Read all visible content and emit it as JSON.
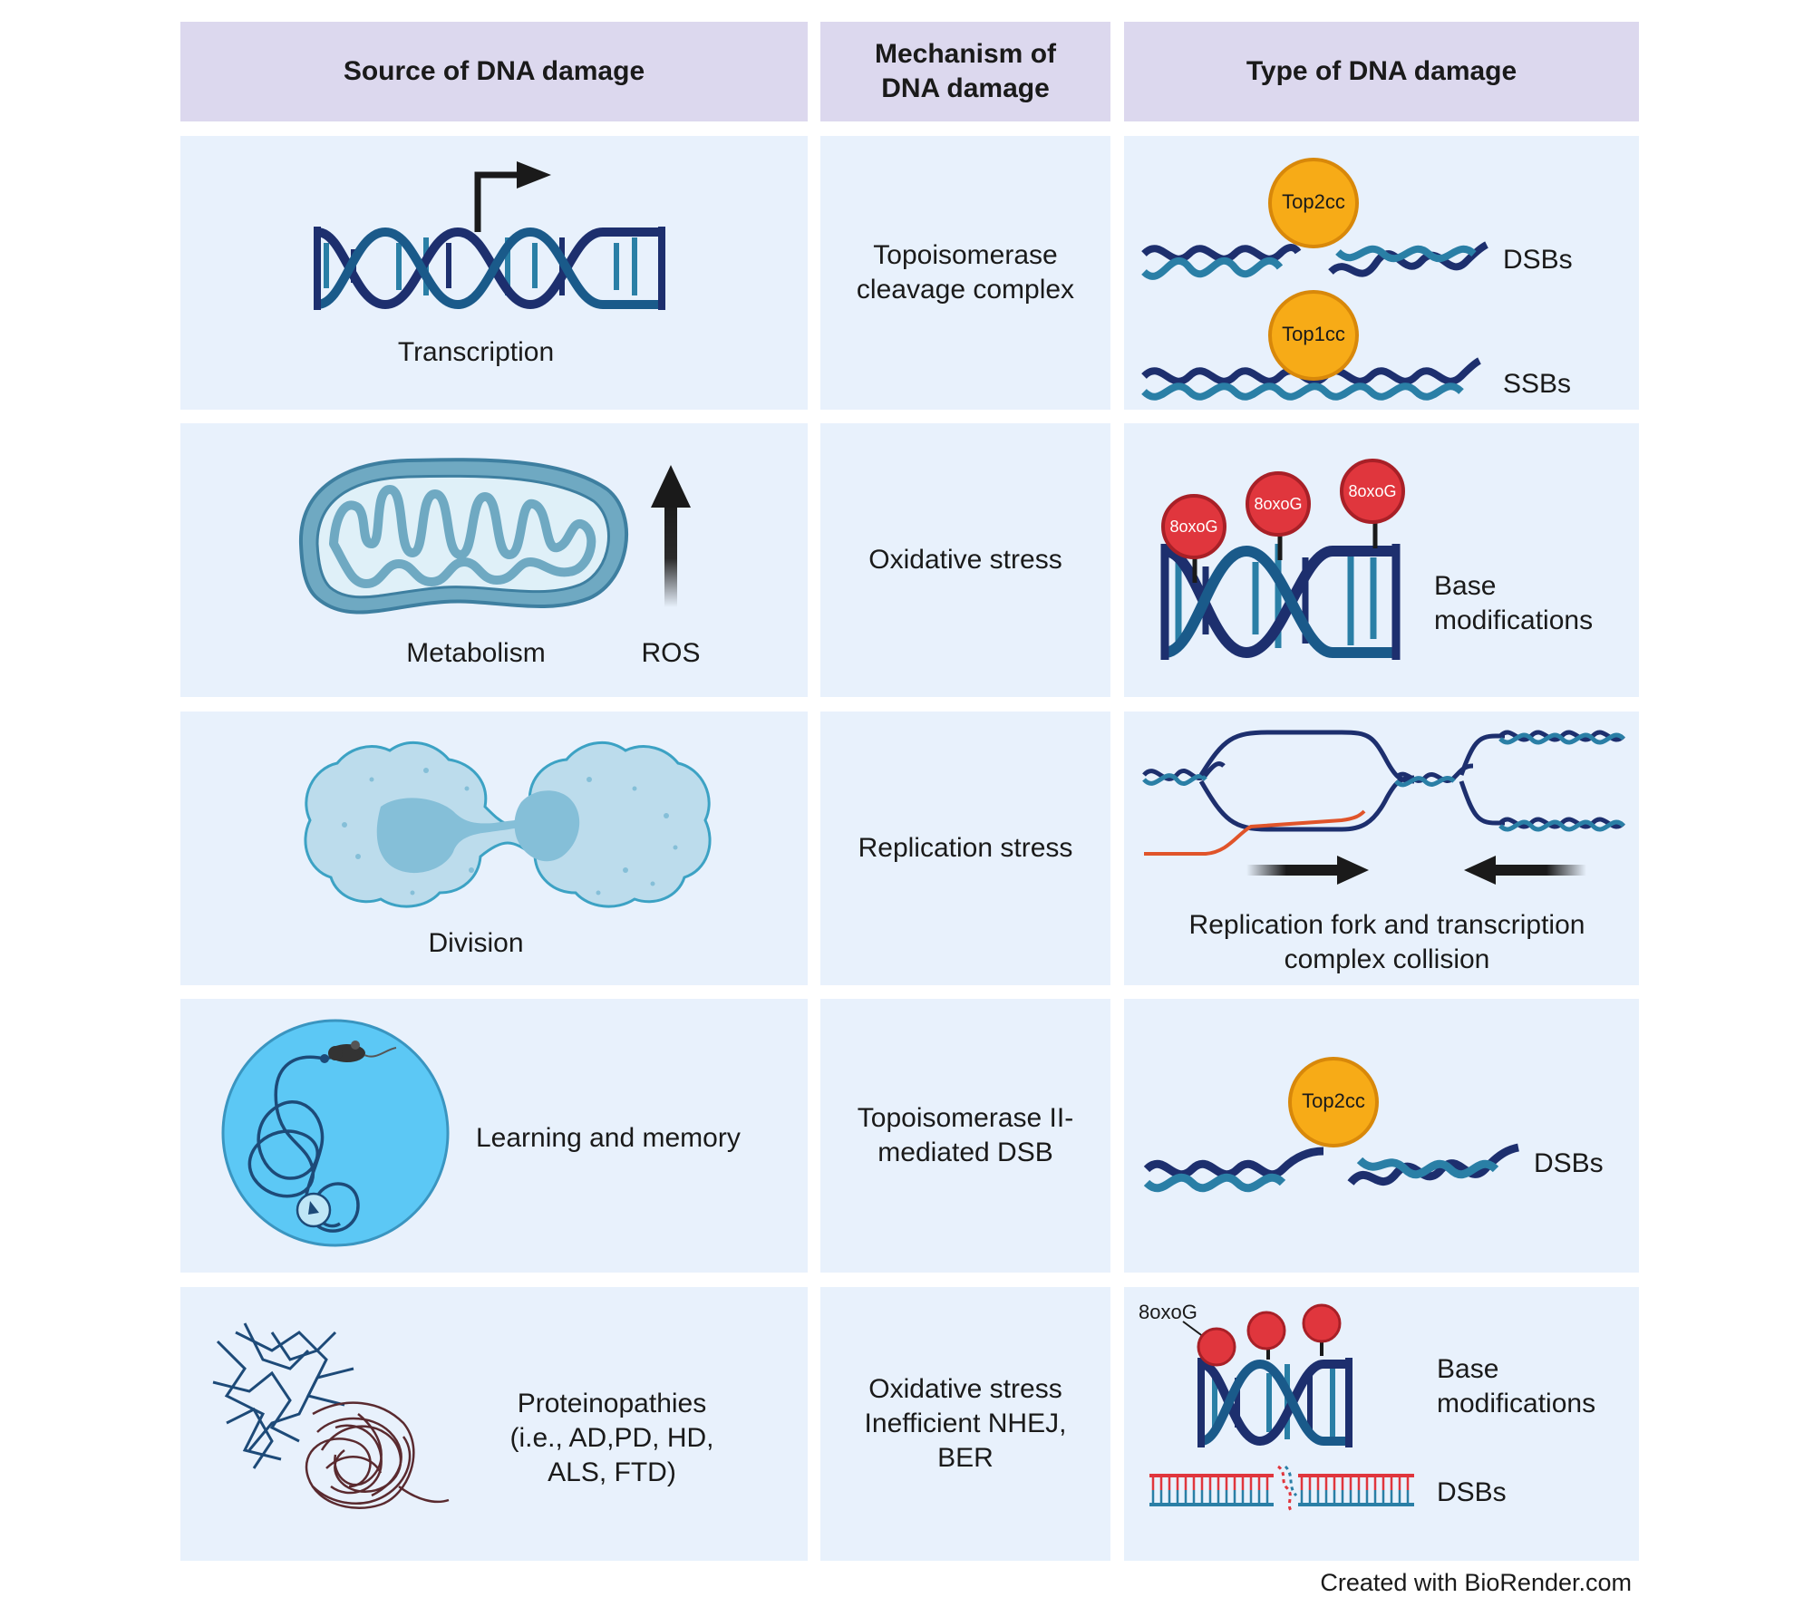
{
  "headers": {
    "source": "Source of DNA damage",
    "mechanism": "Mechanism of DNA damage",
    "type": "Type of DNA damage"
  },
  "rows": [
    {
      "source": [
        "Transcription"
      ],
      "mechanism": "Topoisomerase cleavage complex",
      "damage": {
        "top_badge": "Top2cc",
        "top_label": "DSBs",
        "bottom_badge": "Top1cc",
        "bottom_label": "SSBs"
      }
    },
    {
      "source": [
        "Metabolism",
        "ROS"
      ],
      "mechanism": "Oxidative stress",
      "damage": {
        "badges": [
          "8oxoG",
          "8oxoG",
          "8oxoG"
        ],
        "label": "Base modifications"
      }
    },
    {
      "source": [
        "Division"
      ],
      "mechanism": "Replication stress",
      "damage": {
        "label": "Replication fork and transcription complex collision"
      }
    },
    {
      "source": [
        "Learning and memory"
      ],
      "mechanism": "Topoisomerase II-mediated DSB",
      "damage": {
        "badge": "Top2cc",
        "label": "DSBs"
      }
    },
    {
      "source": [
        "Proteinopathies (i.e., AD,PD, HD, ALS, FTD)"
      ],
      "mechanism": "Oxidative stress Inefficient NHEJ, BER",
      "damage": {
        "pointer_label": "8oxoG",
        "label_top": "Base modifications",
        "label_bottom": "DSBs"
      }
    }
  ],
  "credit": "Created with BioRender.com",
  "colors": {
    "header_bg": "#dcd8ee",
    "cell_bg": "#e8f1fc",
    "dna_dark": "#1d2f6e",
    "dna_teal": "#2a7fa6",
    "top_badge": "#f7ab17",
    "oxo_badge": "#e0363d",
    "mito": "#6fa9c2",
    "fork_red": "#e0542a",
    "maze_bg": "#5cc8f5"
  }
}
